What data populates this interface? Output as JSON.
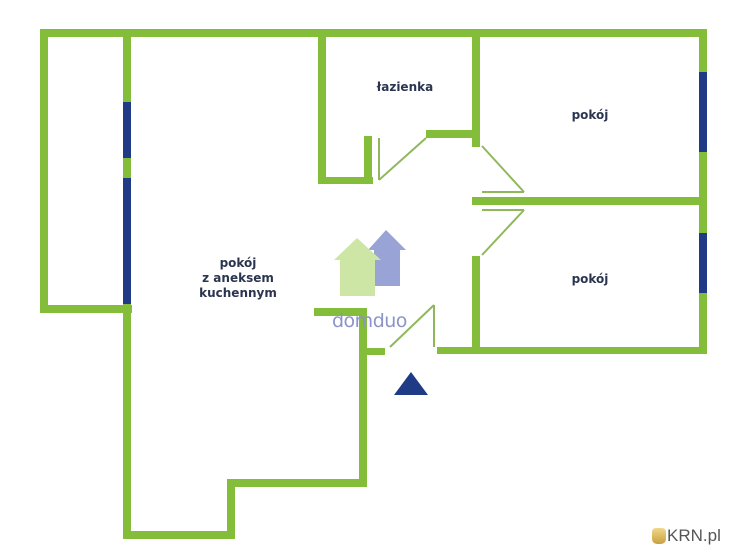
{
  "floorplan": {
    "rooms": [
      {
        "id": "living-kitchen",
        "label_lines": [
          "pokój",
          "z aneksem",
          "kuchennym"
        ]
      },
      {
        "id": "bathroom",
        "label": "łazienka"
      },
      {
        "id": "room-top-right",
        "label": "pokój"
      },
      {
        "id": "room-bottom-right",
        "label": "pokój"
      }
    ],
    "colors": {
      "wall": "#84bd3a",
      "window": "#1f3b86",
      "entrance_marker": "#1f3b86"
    }
  },
  "branding": {
    "logo_text": "domduo",
    "watermark": "KRN.pl"
  }
}
